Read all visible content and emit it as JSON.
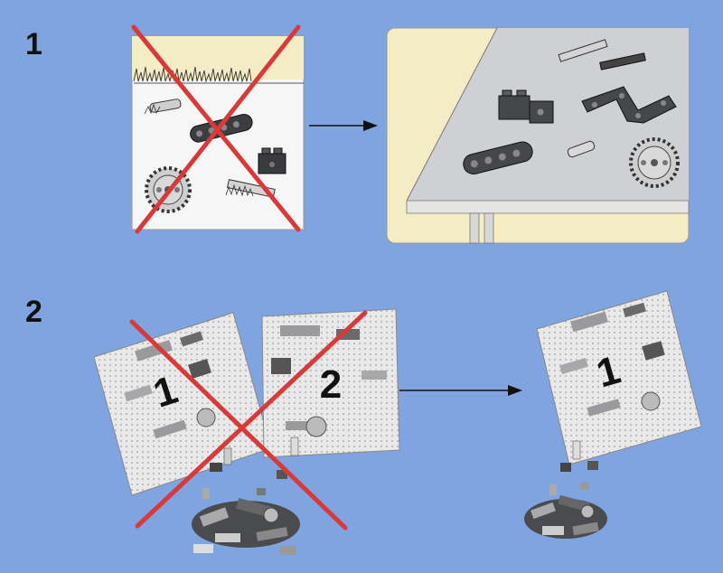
{
  "steps": [
    {
      "number": "1"
    },
    {
      "number": "2"
    }
  ],
  "bags": {
    "left_first": "1",
    "left_second": "2",
    "right": "1"
  },
  "colors": {
    "background": "#7fa4df",
    "cross": "#d83a3a",
    "table": "#f4ecc4",
    "panel": "#cfd0d3"
  },
  "icons": {
    "arrow": "arrow-right-icon",
    "cross": "prohibited-cross-icon"
  }
}
